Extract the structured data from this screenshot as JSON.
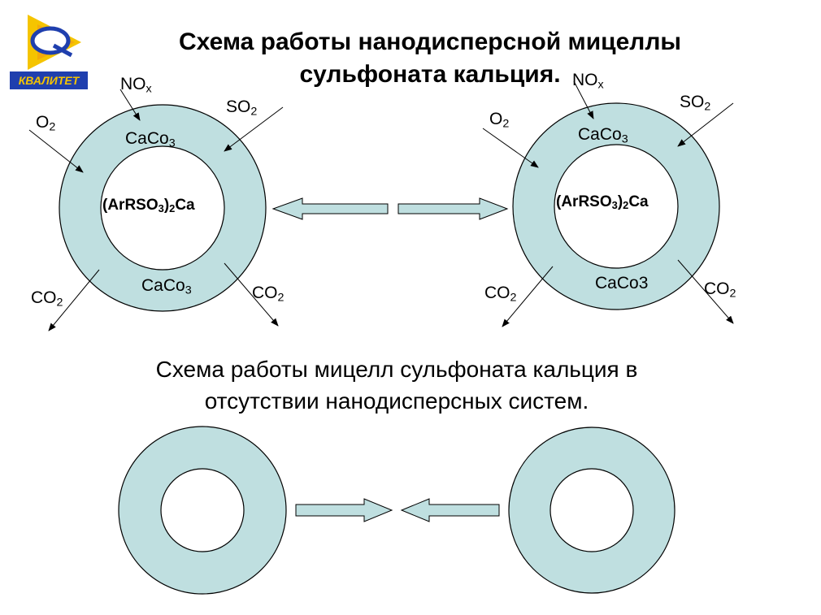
{
  "logo": {
    "text": "КВАЛИТЕТ",
    "letter": "Q"
  },
  "title": {
    "line1": "Схема работы нанодисперсной мицеллы",
    "line2": "сульфоната кальция."
  },
  "subtitle": {
    "line1": "Схема работы мицелл сульфоната кальция в",
    "line2": "отсутствии нанодисперсных систем."
  },
  "left_micelle": {
    "core": {
      "a": "(ArRSO",
      "b": "3",
      "c": ")",
      "d": "2",
      "e": "Ca"
    },
    "caco_top": {
      "base": "CaCo",
      "sub": "3"
    },
    "caco_bottom": {
      "base": "CaCo",
      "sub": "3"
    },
    "nox": {
      "base": "NO",
      "sub": "x"
    },
    "so2": {
      "base": "SO",
      "sub": "2"
    },
    "o2": {
      "base": "O",
      "sub": "2"
    },
    "co2_left": {
      "base": "CO",
      "sub": "2"
    },
    "co2_right": {
      "base": "CO",
      "sub": "2"
    }
  },
  "right_micelle": {
    "core": {
      "a": "(ArRSO",
      "b": "3",
      "c": ")",
      "d": "2",
      "e": "Ca"
    },
    "caco_top": {
      "base": "CaCo",
      "sub": "3"
    },
    "caco_bottom": {
      "text": "CaCo3"
    },
    "nox": {
      "base": "NO",
      "sub": "x"
    },
    "so2": {
      "base": "SO",
      "sub": "2"
    },
    "o2": {
      "base": "O",
      "sub": "2"
    },
    "co2_left": {
      "base": "CO",
      "sub": "2"
    },
    "co2_right": {
      "base": "CO",
      "sub": "2"
    }
  },
  "colors": {
    "ring_fill": "#bfdfe0",
    "stroke": "#000000",
    "logo_yellow": "#f5c400",
    "logo_blue": "#1f3fae",
    "logo_orange": "#f39a12"
  }
}
